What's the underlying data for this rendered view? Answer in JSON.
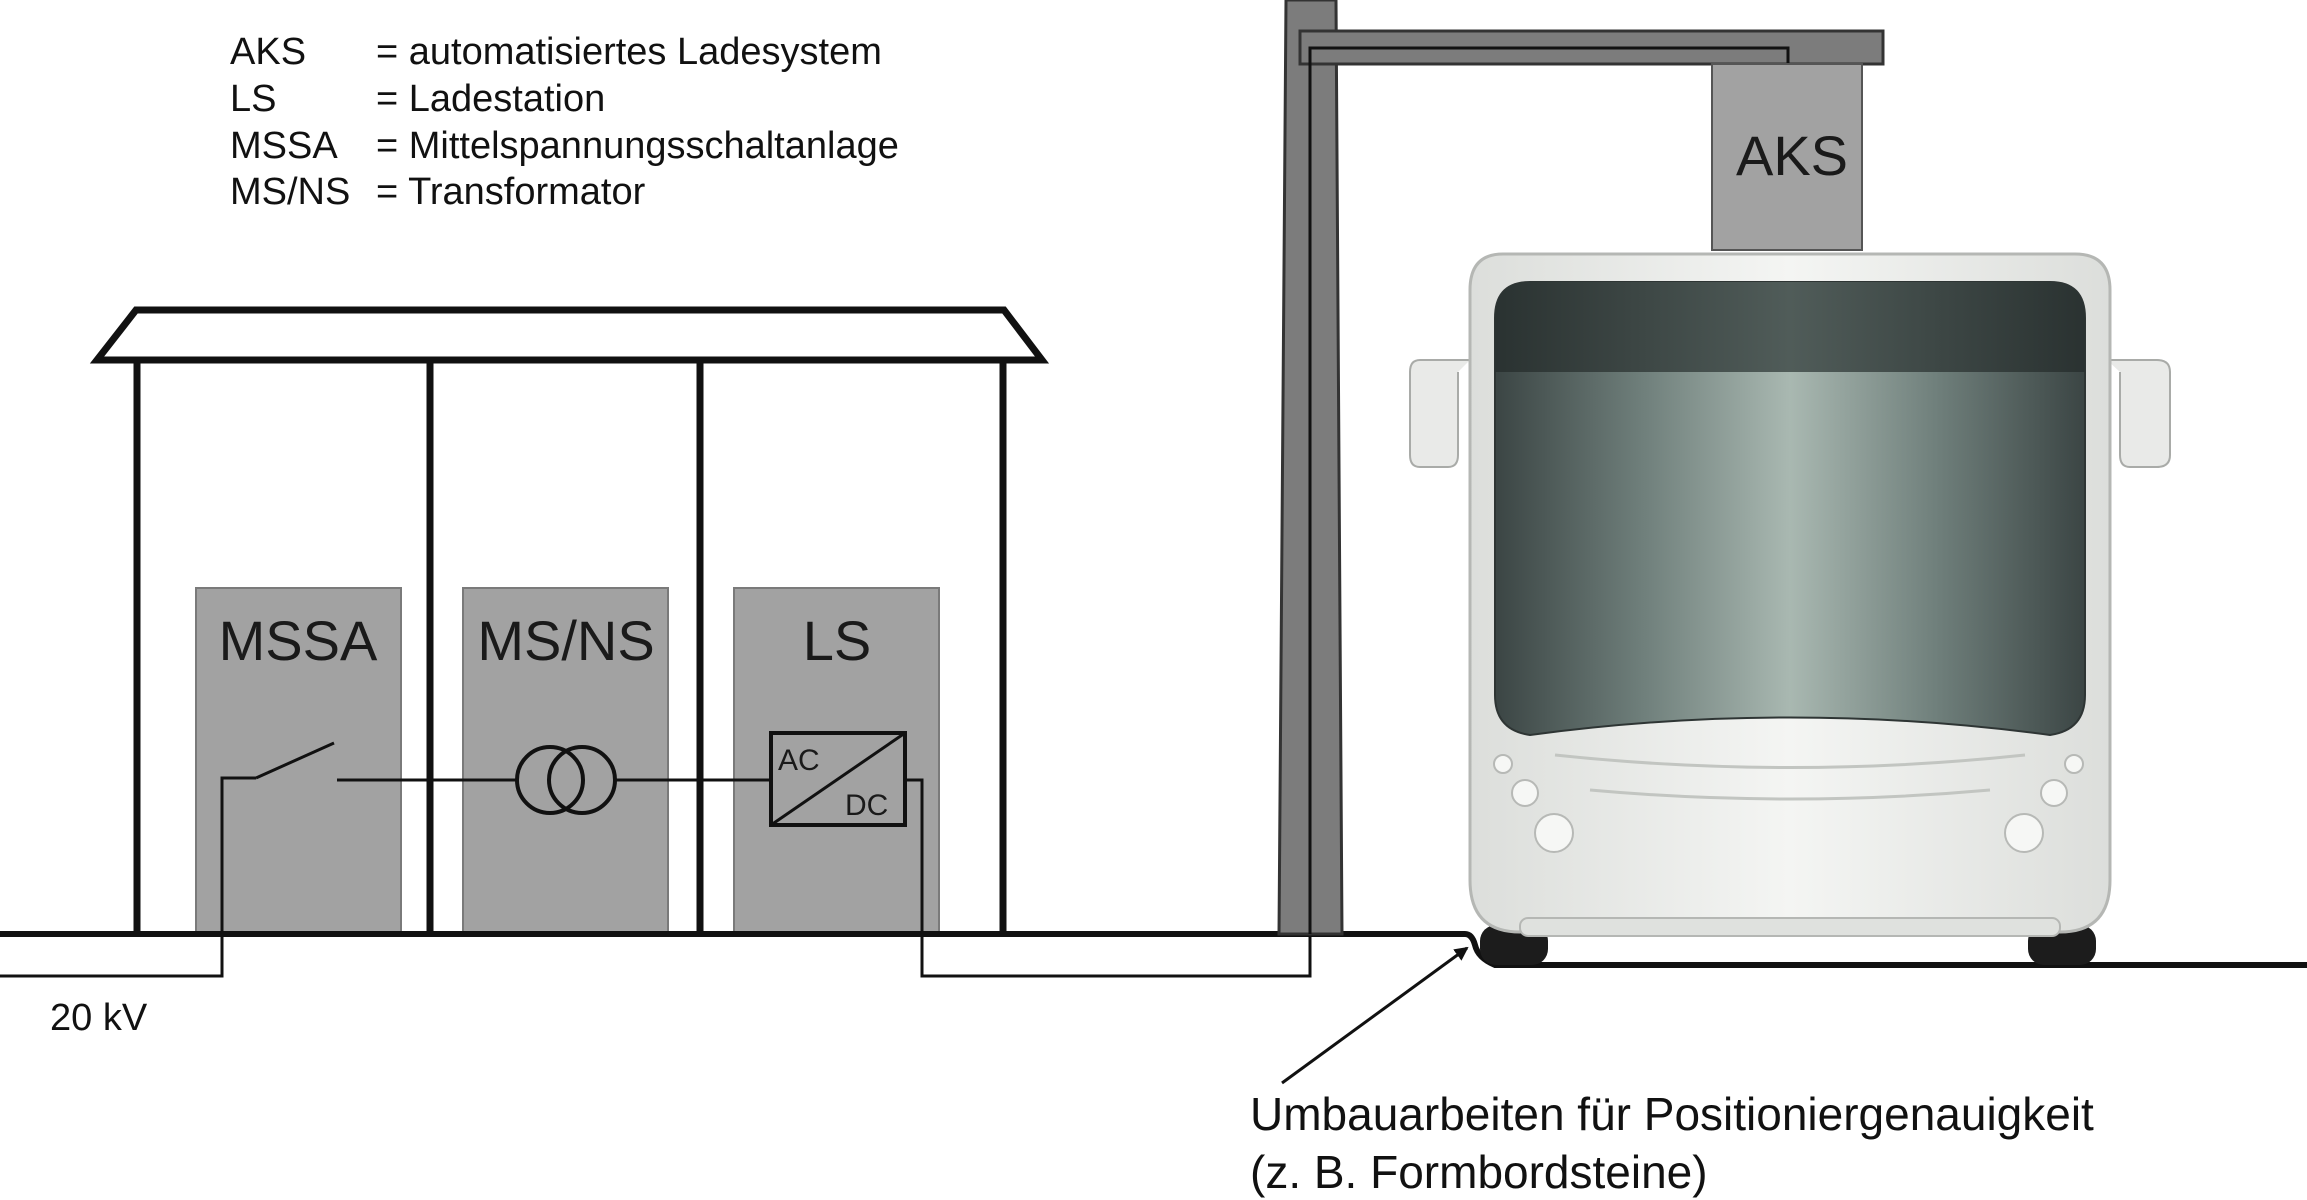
{
  "legend": [
    {
      "abbr": "AKS",
      "def": "= automatisiertes Ladesystem"
    },
    {
      "abbr": "LS",
      "def": "= Ladestation"
    },
    {
      "abbr": "MSSA",
      "def": "= Mittelspannungsschaltanlage"
    },
    {
      "abbr": "MS/NS",
      "def": "= Transformator"
    }
  ],
  "boxes": {
    "mssa": "MSSA",
    "msns": "MS/NS",
    "ls": "LS",
    "aks": "AKS"
  },
  "converter": {
    "ac": "AC",
    "dc": "DC"
  },
  "voltage_label": "20 kV",
  "annotation": {
    "line1": "Umbauarbeiten für Positioniergenauigkeit",
    "line2": "(z. B. Formbordsteine)"
  },
  "colors": {
    "box_fill": "#a2a2a2",
    "mast_fill": "#7c7c7c",
    "line": "#111111",
    "bus_body": "#ebecea",
    "windshield_dark": "#3b4544",
    "windshield_light": "#a9b8b1"
  }
}
